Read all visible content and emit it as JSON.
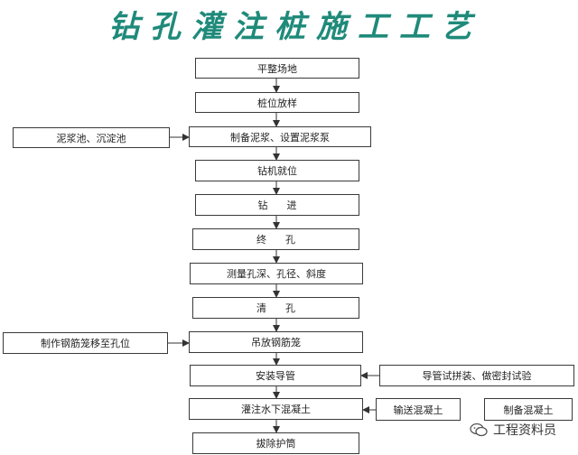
{
  "title": "钻孔灌注桩施工工艺",
  "main_steps": [
    "平整场地",
    "桩位放样",
    "制备泥浆、设置泥浆泵",
    "钻机就位",
    "钻      进",
    "终      孔",
    "测量孔深、孔径、斜度",
    "清      孔",
    "吊放钢筋笼",
    "安装导管",
    "灌注水下混凝土",
    "拔除护筒"
  ],
  "side_steps": {
    "slurry_pool": "泥浆池、沉淀池",
    "cage": "制作钢筋笼移至孔位",
    "pipe_test": "导管试拼装、做密封试验",
    "transport": "输送混凝土",
    "prepare": "制备混凝土"
  },
  "watermark": "工程资料员"
}
